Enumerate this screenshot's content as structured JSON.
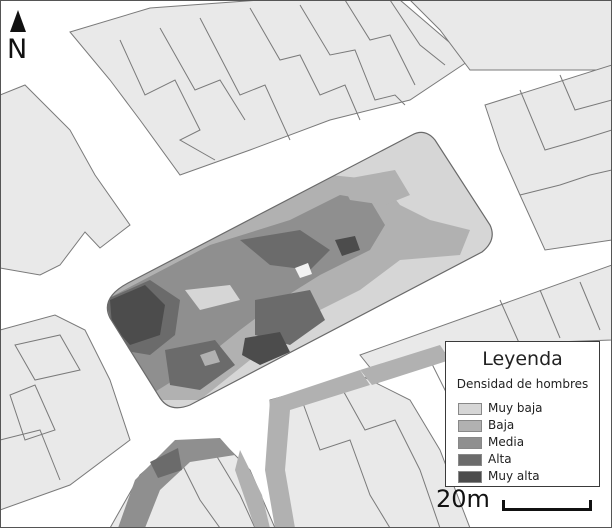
{
  "map": {
    "north_label": "N",
    "scale_label": "20m",
    "colors": {
      "background": "#ffffff",
      "street": "#ffffff",
      "block": "#e9e9e9",
      "building_line": "#7a7a7a",
      "plaza_outline": "#6a6a6a"
    }
  },
  "legend": {
    "title": "Leyenda",
    "subtitle": "Densidad de hombres",
    "items": [
      {
        "label": "Muy baja",
        "color": "#d6d6d6"
      },
      {
        "label": "Baja",
        "color": "#b1b1b1"
      },
      {
        "label": "Media",
        "color": "#8f8f8f"
      },
      {
        "label": "Alta",
        "color": "#6b6b6b"
      },
      {
        "label": "Muy alta",
        "color": "#4c4c4c"
      }
    ]
  }
}
